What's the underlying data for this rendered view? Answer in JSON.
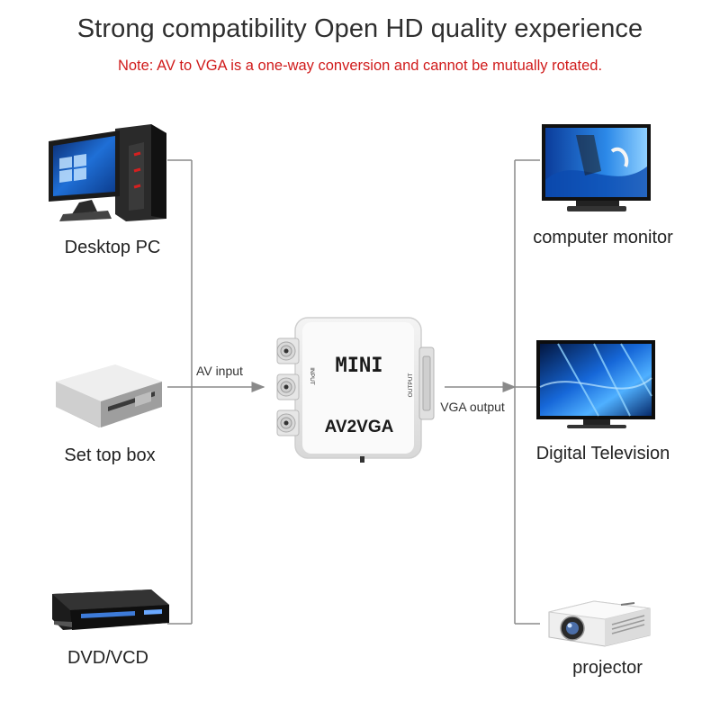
{
  "header": {
    "title": "Strong compatibility Open HD quality experience",
    "note": "Note: AV to VGA is a one-way conversion and cannot be mutually rotated."
  },
  "sources": [
    {
      "label": "Desktop PC",
      "icon": "desktop-pc-icon"
    },
    {
      "label": "Set top box",
      "icon": "set-top-box-icon"
    },
    {
      "label": "DVD/VCD",
      "icon": "dvd-player-icon"
    }
  ],
  "outputs": [
    {
      "label": "computer monitor",
      "icon": "computer-monitor-icon"
    },
    {
      "label": "Digital Television",
      "icon": "television-icon"
    },
    {
      "label": "projector",
      "icon": "projector-icon"
    }
  ],
  "connections": {
    "input_label": "AV input",
    "output_label": "VGA output"
  },
  "device": {
    "brand": "MINI",
    "model": "AV2VGA",
    "input_port_label": "INPUT",
    "output_port_label": "OUTPUT"
  },
  "colors": {
    "note": "#d01a1a",
    "title": "#2f2f2f",
    "connector_lines": "#8a8a8a"
  }
}
